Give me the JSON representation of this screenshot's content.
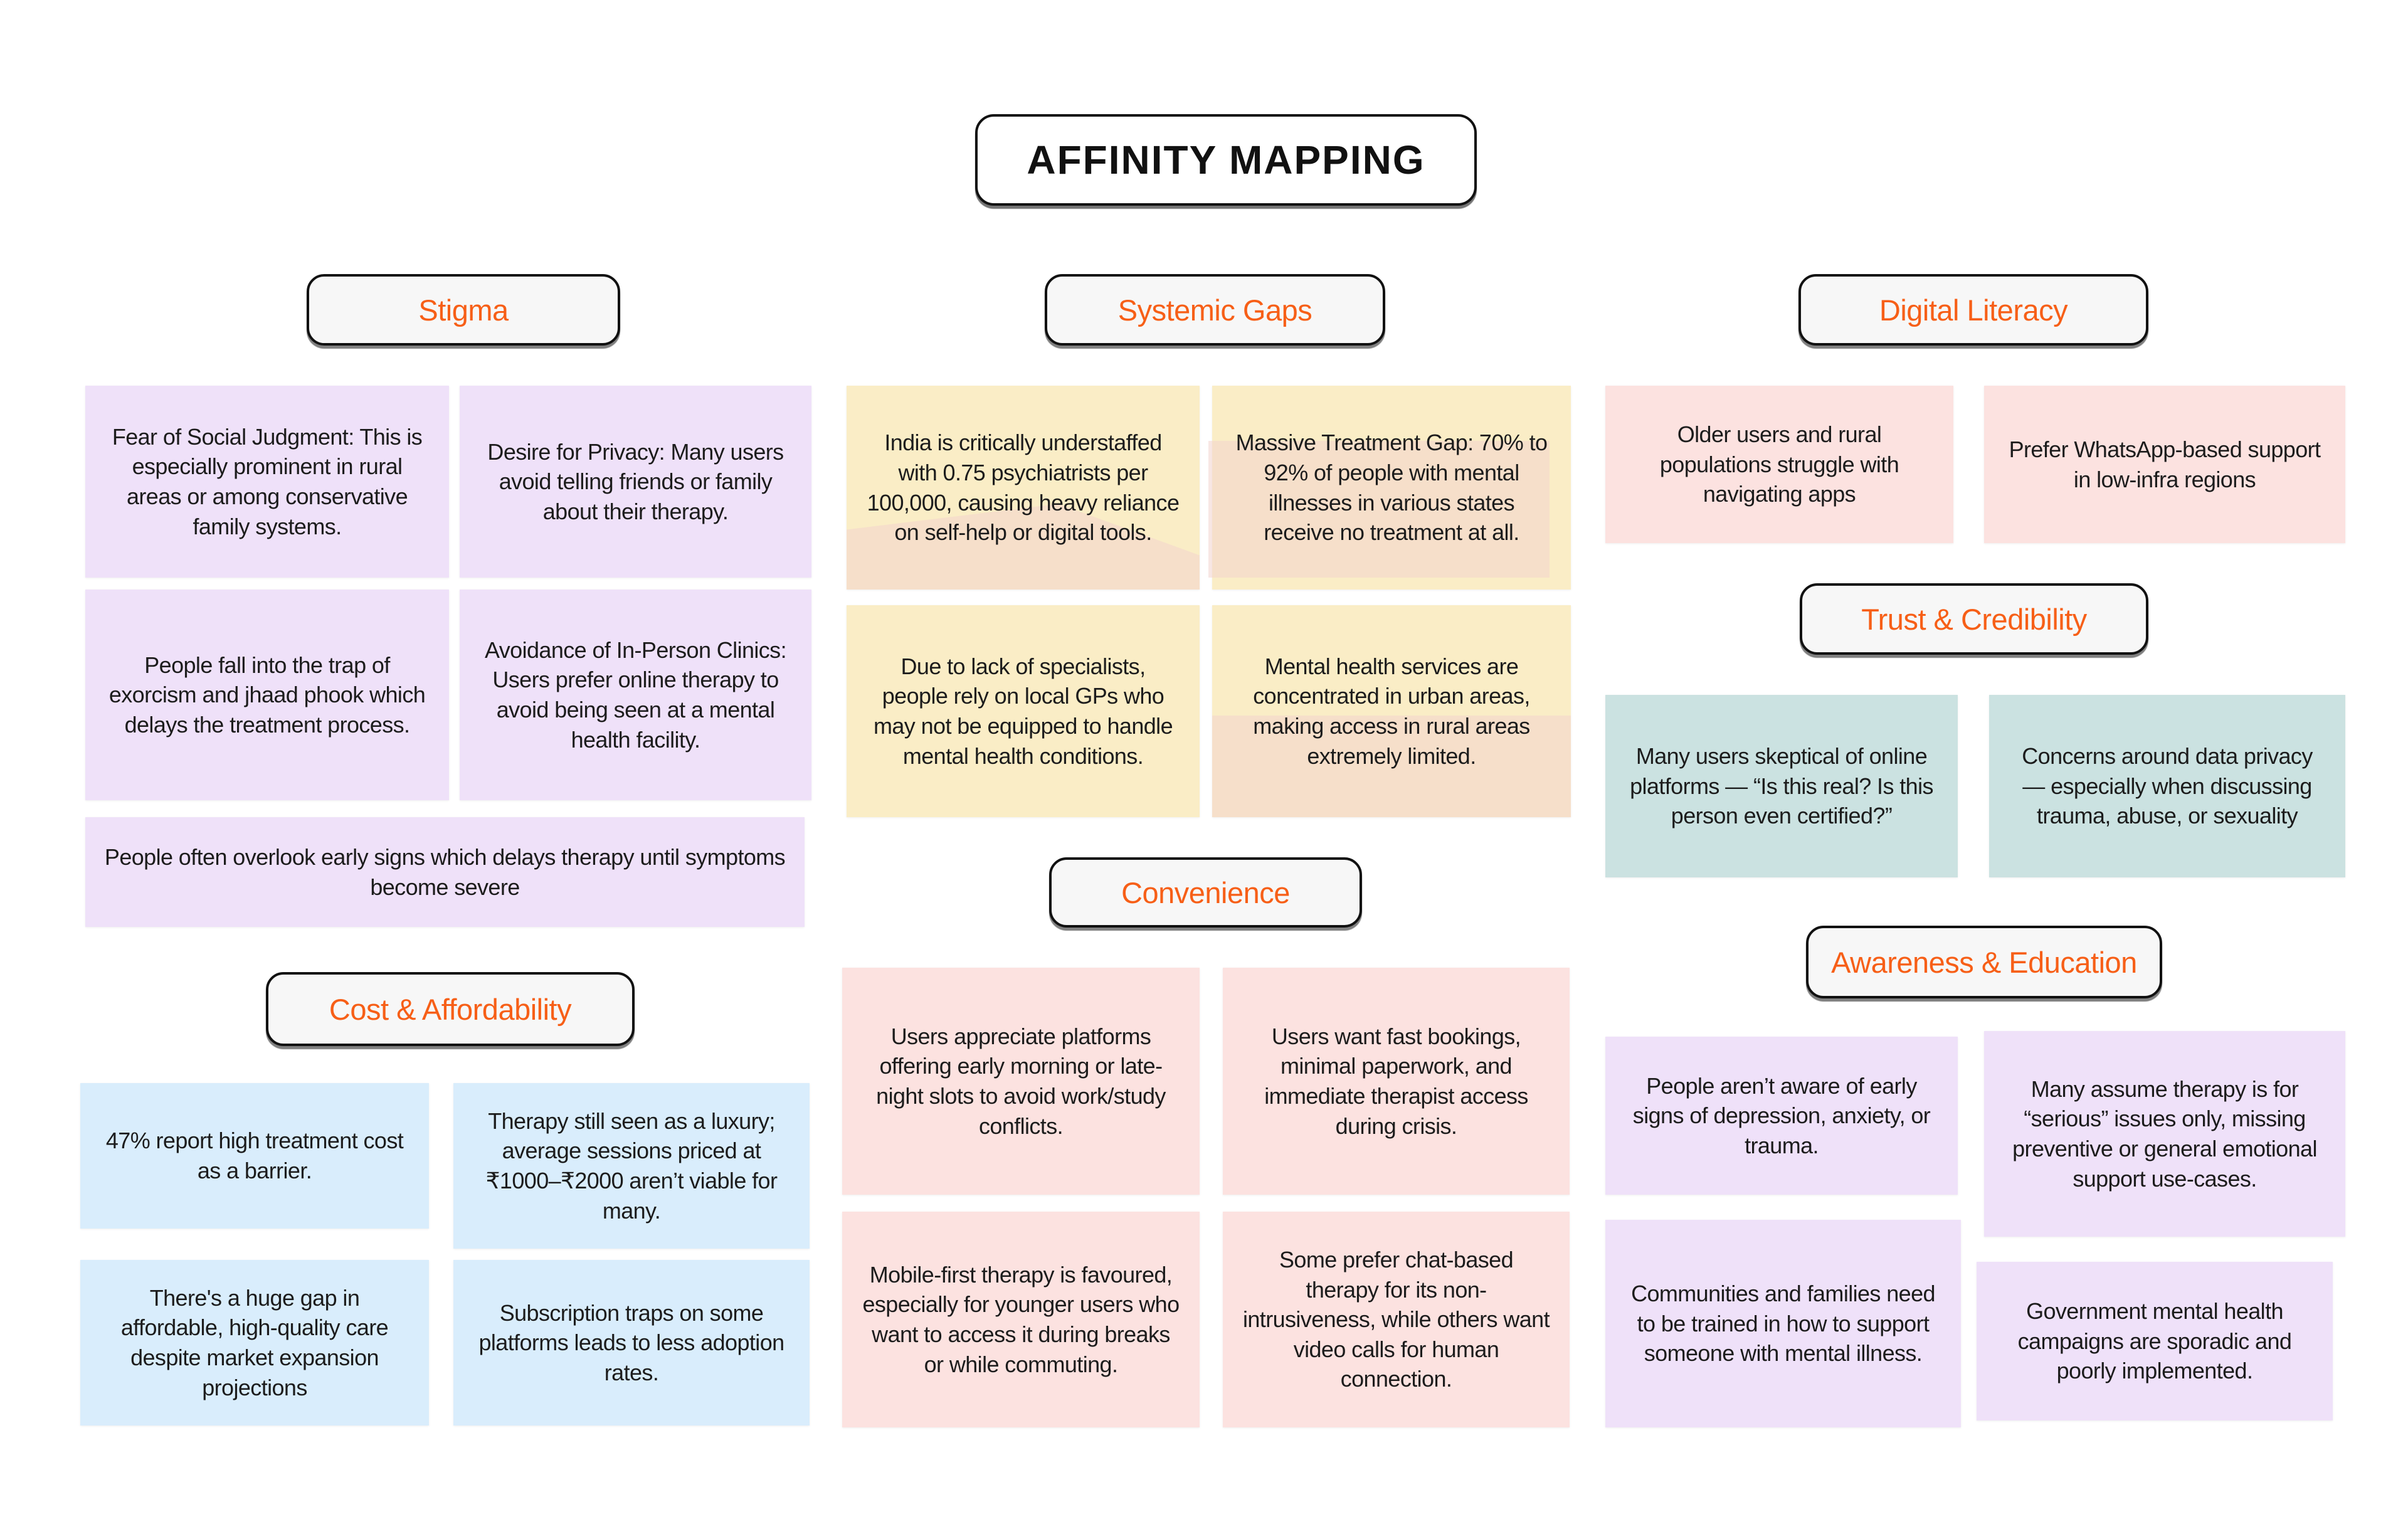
{
  "title": "AFFINITY MAPPING",
  "palette": {
    "accent-orange": "#F75F17",
    "ink": "#1C1C1C",
    "header-bg": "#F7F7F7",
    "note-lavender": "#EFE1F9",
    "note-yellow": "#FAEDC6",
    "note-pink": "#FCE2E0",
    "note-teal": "#CBE2E1",
    "note-blue": "#D9EDFC",
    "highlight-pink": "rgba(242,211,206,0.55)"
  },
  "sections": [
    {
      "id": "stigma",
      "title": "Stigma",
      "notes": [
        {
          "text": "Fear of Social Judgment:  This is especially prominent in rural areas or among conservative family systems."
        },
        {
          "text": "Desire for Privacy: Many users avoid telling friends or family about their therapy."
        },
        {
          "text": "People fall into the trap of exorcism and jhaad phook which delays the treatment process."
        },
        {
          "text": "Avoidance of In-Person Clinics: Users prefer online therapy to avoid being seen at a mental health facility."
        },
        {
          "text": "People often overlook early signs which delays therapy until symptoms become severe"
        }
      ]
    },
    {
      "id": "systemic-gaps",
      "title": "Systemic Gaps",
      "notes": [
        {
          "text": "India is critically understaffed with 0.75 psychiatrists per 100,000, causing heavy reliance on self-help or digital tools."
        },
        {
          "text": "Massive Treatment Gap: 70% to 92% of people with mental illnesses in various states receive no treatment at all."
        },
        {
          "text": "Due to lack of specialists, people rely on local GPs who may not be equipped to handle mental health conditions."
        },
        {
          "text": "Mental health services are concentrated in urban areas, making access in rural areas extremely limited."
        }
      ]
    },
    {
      "id": "digital-literacy",
      "title": "Digital Literacy",
      "notes": [
        {
          "text": "Older users and rural populations struggle with navigating apps"
        },
        {
          "text": "Prefer WhatsApp-based support in low-infra regions"
        }
      ]
    },
    {
      "id": "trust-credibility",
      "title": "Trust & Credibility",
      "notes": [
        {
          "text": "Many users skeptical of online platforms — “Is this real? Is this person even certified?”"
        },
        {
          "text": "Concerns around data privacy — especially when discussing trauma, abuse, or sexuality"
        }
      ]
    },
    {
      "id": "convenience",
      "title": "Convenience",
      "notes": [
        {
          "text": "Users appreciate platforms offering early morning or late-night slots to avoid work/study conflicts."
        },
        {
          "text": "Users want fast bookings, minimal paperwork, and immediate therapist access during crisis."
        },
        {
          "text": "Mobile-first therapy is favoured, especially for younger users who want to access it during breaks or while commuting."
        },
        {
          "text": "Some prefer chat-based therapy for its non-intrusiveness, while others want video calls for human connection."
        }
      ]
    },
    {
      "id": "awareness-education",
      "title": "Awareness & Education",
      "notes": [
        {
          "text": "People aren’t aware of early signs of depression, anxiety, or trauma."
        },
        {
          "text": "Many assume therapy is for “serious” issues only, missing preventive or general emotional support use-cases."
        },
        {
          "text": "Communities and families need to be trained in how to support someone with mental illness."
        },
        {
          "text": "Government mental health campaigns are sporadic and poorly implemented."
        }
      ]
    },
    {
      "id": "cost-affordability",
      "title": "Cost & Affordability",
      "notes": [
        {
          "text": "47% report high treatment cost as a barrier."
        },
        {
          "text": "Therapy still seen as a luxury; average sessions priced at ₹1000–₹2000 aren’t viable for many."
        },
        {
          "text": "There's a huge gap in affordable, high-quality care despite market expansion projections"
        },
        {
          "text": "Subscription traps on some platforms leads to less adoption rates."
        }
      ]
    }
  ]
}
